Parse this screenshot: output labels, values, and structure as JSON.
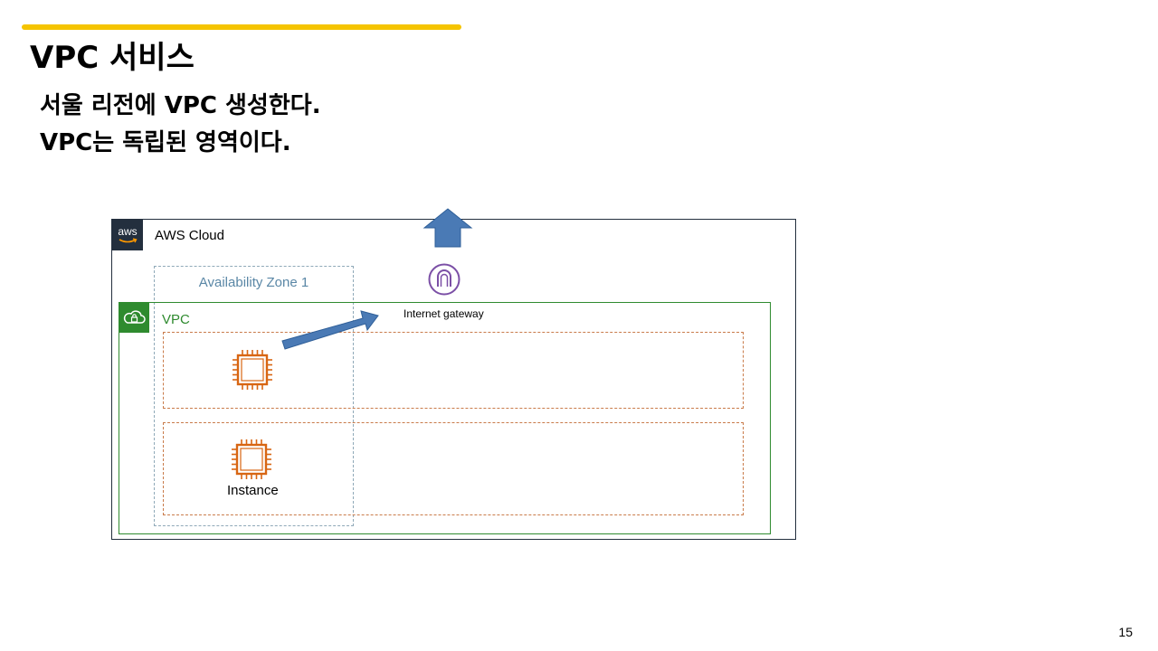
{
  "slide": {
    "title": "VPC 서비스",
    "lines": [
      "서울 리전에 VPC 생성한다.",
      "VPC는 독립된 영역이다."
    ],
    "page_number": "15"
  },
  "diagram": {
    "aws_logo_text": "aws",
    "aws_cloud_label": "AWS Cloud",
    "availability_zone_label": "Availability Zone 1",
    "vpc_label": "VPC",
    "internet_gateway_label": "Internet gateway",
    "instance_label": "Instance",
    "icons": [
      "aws-logo-icon",
      "vpc-cloud-lock-icon",
      "internet-gateway-icon",
      "ec2-instance-icon",
      "up-arrow-icon",
      "diagonal-arrow-icon"
    ]
  },
  "colors": {
    "accent": "#f5c400",
    "aws_dark": "#232f3e",
    "vpc_green": "#2f8b2f",
    "az_blue": "#5a87a6",
    "subnet_orange": "#c97b4a",
    "instance_orange": "#d86613",
    "gateway_purple": "#7b4fa6",
    "arrow_blue": "#4a7ab5"
  }
}
